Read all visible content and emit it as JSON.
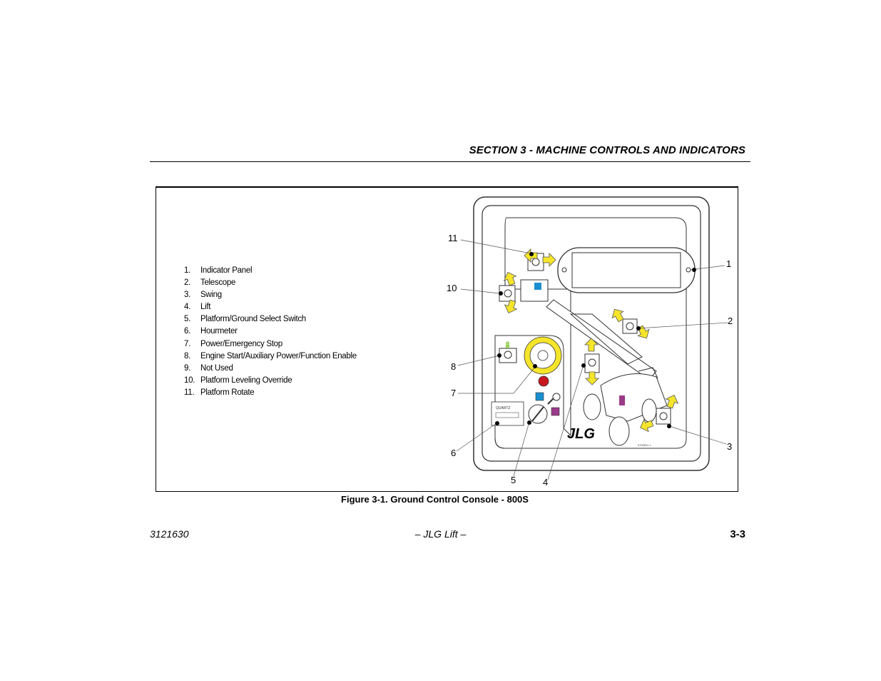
{
  "header": {
    "section_title": "SECTION 3 - MACHINE CONTROLS AND INDICATORS"
  },
  "legend": {
    "items": [
      {
        "num": "1.",
        "label": "Indicator Panel"
      },
      {
        "num": "2.",
        "label": "Telescope"
      },
      {
        "num": "3.",
        "label": "Swing"
      },
      {
        "num": "4.",
        "label": "Lift"
      },
      {
        "num": "5.",
        "label": "Platform/Ground Select Switch"
      },
      {
        "num": "6.",
        "label": "Hourmeter"
      },
      {
        "num": "7.",
        "label": "Power/Emergency Stop"
      },
      {
        "num": "8.",
        "label": "Engine Start/Auxiliary Power/Function Enable"
      },
      {
        "num": "9.",
        "label": "Not Used"
      },
      {
        "num": "10.",
        "label": "Platform Leveling Override"
      },
      {
        "num": "11.",
        "label": "Platform Rotate"
      }
    ]
  },
  "diagram": {
    "callouts": [
      "1",
      "2",
      "3",
      "4",
      "5",
      "6",
      "7",
      "8",
      "10",
      "11"
    ],
    "brand_logo": "JLG",
    "hourmeter_label": "QUARTZ",
    "part_number_small": "0702811 J",
    "colors": {
      "arrow": "#f5e52a",
      "select_blue": "#1a8fd0",
      "select_purple": "#9b3a8a",
      "estop_red": "#c8171e",
      "panel_line": "#333333"
    }
  },
  "caption": {
    "text": "Figure 3-1. Ground Control Console - 800S"
  },
  "footer": {
    "doc_number": "3121630",
    "center": "– JLG Lift –",
    "page": "3-3"
  }
}
